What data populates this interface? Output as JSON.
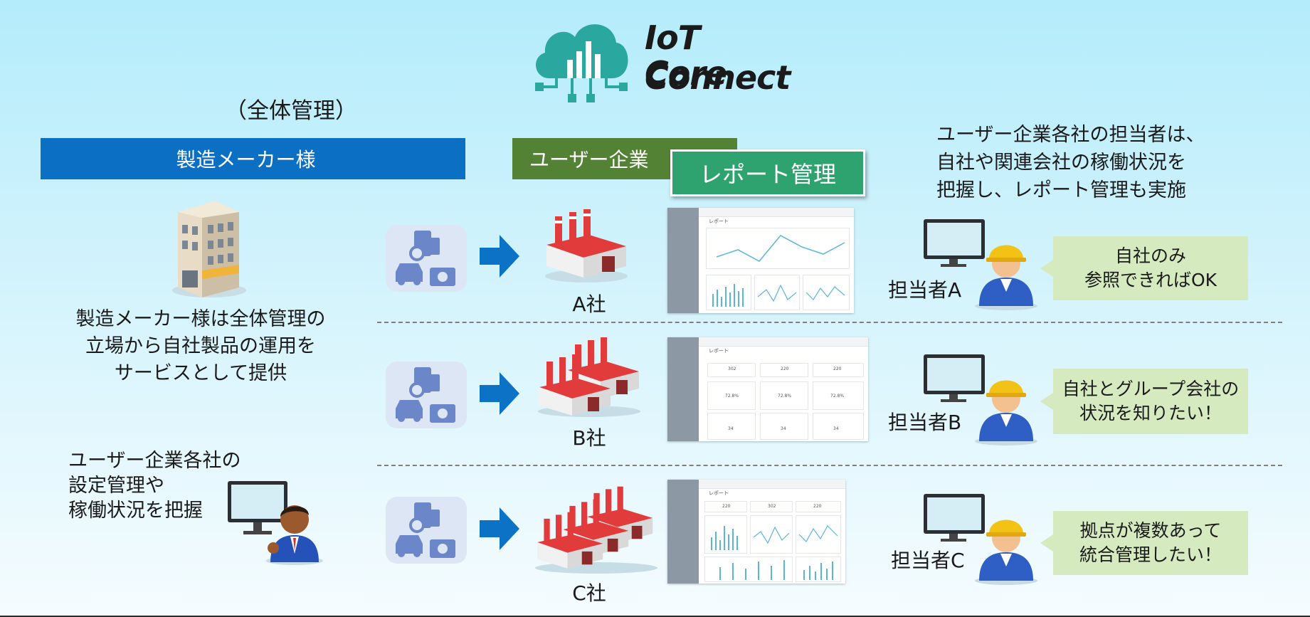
{
  "logo": {
    "line1": "IoT Core",
    "line2": "Connect"
  },
  "overall_label": "（全体管理）",
  "manufacturer_header": "製造メーカー様",
  "user_company_header": "ユーザー企業",
  "report_mgmt_label": "レポート管理",
  "intro_text": [
    "ユーザー企業各社の担当者は、",
    "自社や関連会社の稼働状況を",
    "把握し、レポート管理も実施"
  ],
  "manufacturer_desc": [
    "製造メーカー様は全体管理の",
    "立場から自社製品の運用を",
    "サービスとして提供"
  ],
  "admin_desc": [
    "ユーザー企業各社の",
    "設定管理や",
    "稼働状況を把握"
  ],
  "companies": [
    {
      "label": "A社",
      "person": "担当者A",
      "bubble": [
        "自社のみ",
        "参照できればOK"
      ]
    },
    {
      "label": "B社",
      "person": "担当者B",
      "bubble": [
        "自社とグループ会社の",
        "状況を知りたい！"
      ]
    },
    {
      "label": "C社",
      "person": "担当者C",
      "bubble": [
        "拠点が複数あって",
        "統合管理したい！"
      ]
    }
  ],
  "report_screens": {
    "title": "レポート",
    "b_values": [
      "302",
      "220",
      "220",
      "72.8%",
      "72.8%",
      "72.8%",
      "34",
      "34",
      "34"
    ],
    "c_values": [
      "220",
      "302",
      "220"
    ]
  },
  "colors": {
    "manufacturer_bar": "#0b6fc4",
    "user_bar": "#548235",
    "report_button": "#2ea36f",
    "arrow": "#0b72c6",
    "logo_teal": "#2aa8a0",
    "bubble": "#d5eabf"
  },
  "icons": [
    "cloud-chart-icon",
    "building-icon",
    "device-set-icon",
    "arrow-right-icon",
    "factory-icon",
    "monitor-icon",
    "worker-icon",
    "admin-person-icon"
  ]
}
